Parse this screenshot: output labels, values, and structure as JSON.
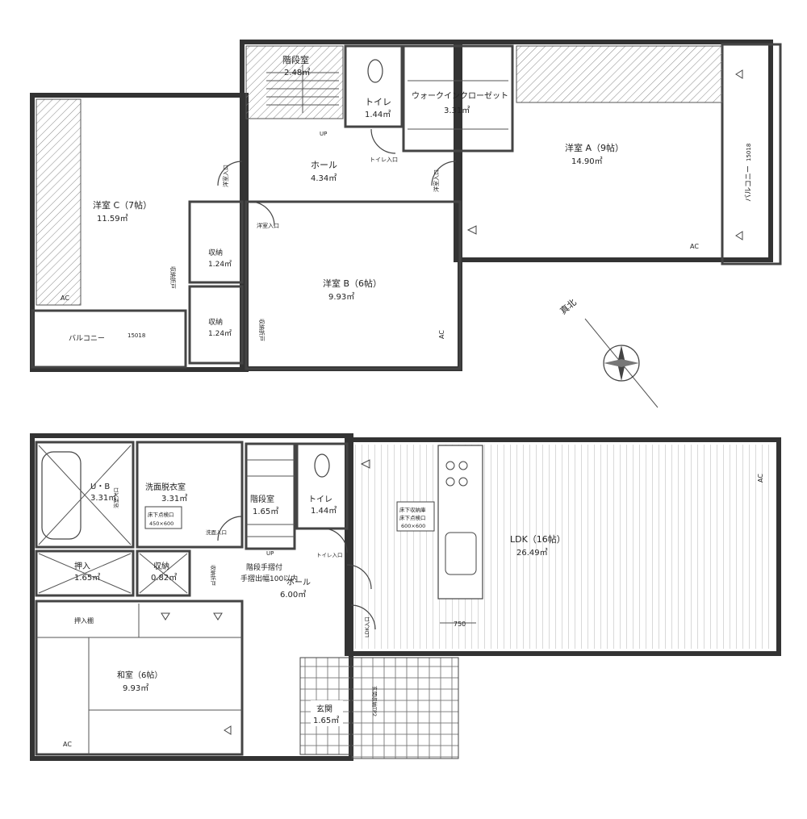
{
  "second_floor": {
    "rooms": {
      "stair": {
        "name": "階段室",
        "area": "2.48㎡"
      },
      "toilet": {
        "name": "トイレ",
        "area": "1.44㎡"
      },
      "walkin": {
        "name": "ウォークインクローゼット",
        "area": "3.31㎡"
      },
      "hall": {
        "name": "ホール",
        "area": "4.34㎡"
      },
      "room_a": {
        "name": "洋室 A（9帖）",
        "area": "14.90㎡"
      },
      "room_b": {
        "name": "洋室 B（6帖）",
        "area": "9.93㎡"
      },
      "room_c": {
        "name": "洋室 C（7帖）",
        "area": "11.59㎡"
      },
      "closet1": {
        "name": "収納",
        "area": "1.24㎡"
      },
      "closet2": {
        "name": "収納",
        "area": "1.24㎡"
      },
      "balcony_left": {
        "name": "バルコニー",
        "code": "15018"
      },
      "balcony_right": {
        "name": "バルコニー",
        "code": "15018"
      }
    },
    "door_labels": {
      "toilet_entry": "トイレ入口",
      "room_a_entry": "洋室入口",
      "room_b_entry": "洋室入口",
      "room_c_entry": "洋室入口"
    },
    "misc": {
      "ac": "AC",
      "storage_door": "収納折戸",
      "hall_mark": "UP"
    }
  },
  "first_floor": {
    "rooms": {
      "bath": {
        "name": "U・B",
        "area": "3.31㎡"
      },
      "washroom": {
        "name": "洗面脱衣室",
        "area": "3.31㎡"
      },
      "stair": {
        "name": "階段室",
        "area": "1.65㎡"
      },
      "toilet": {
        "name": "トイレ",
        "area": "1.44㎡"
      },
      "ldk": {
        "name": "LDK（16帖）",
        "area": "26.49㎡"
      },
      "closet_in": {
        "name": "押入",
        "area": "1.65㎡"
      },
      "storage": {
        "name": "収納",
        "area": "0.82㎡"
      },
      "hall": {
        "name": "ホール",
        "area": "6.00㎡"
      },
      "washitsu": {
        "name": "和室（6帖）",
        "area": "9.93㎡"
      },
      "entrance": {
        "name": "玄関",
        "area": "1.65㎡"
      },
      "oshiire_top": {
        "name": "押入棚"
      }
    },
    "notes": {
      "stair_note1": "階段手摺付",
      "stair_note2": "手摺出幅100以内",
      "underfloor1": "床下点検口",
      "underfloor1_size": "450×600",
      "underfloor2": "床下収納庫",
      "underfloor3": "床下点検口",
      "underfloor2_size": "600×600",
      "dimension": "750",
      "entrance_note": "玄関収納TP2"
    },
    "door_labels": {
      "wash_entry": "洗面入口",
      "toilet_entry": "トイレ入口",
      "ldk_entry": "LDK入口",
      "storage_door": "収納折戸",
      "bath_entry": "浴室入口"
    },
    "misc": {
      "ac": "AC",
      "up": "UP"
    }
  },
  "compass": {
    "label": "真北"
  }
}
